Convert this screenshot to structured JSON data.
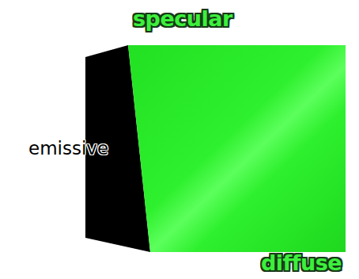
{
  "diagram": {
    "labels": [
      "specular",
      "emissive",
      "diffuse"
    ]
  }
}
